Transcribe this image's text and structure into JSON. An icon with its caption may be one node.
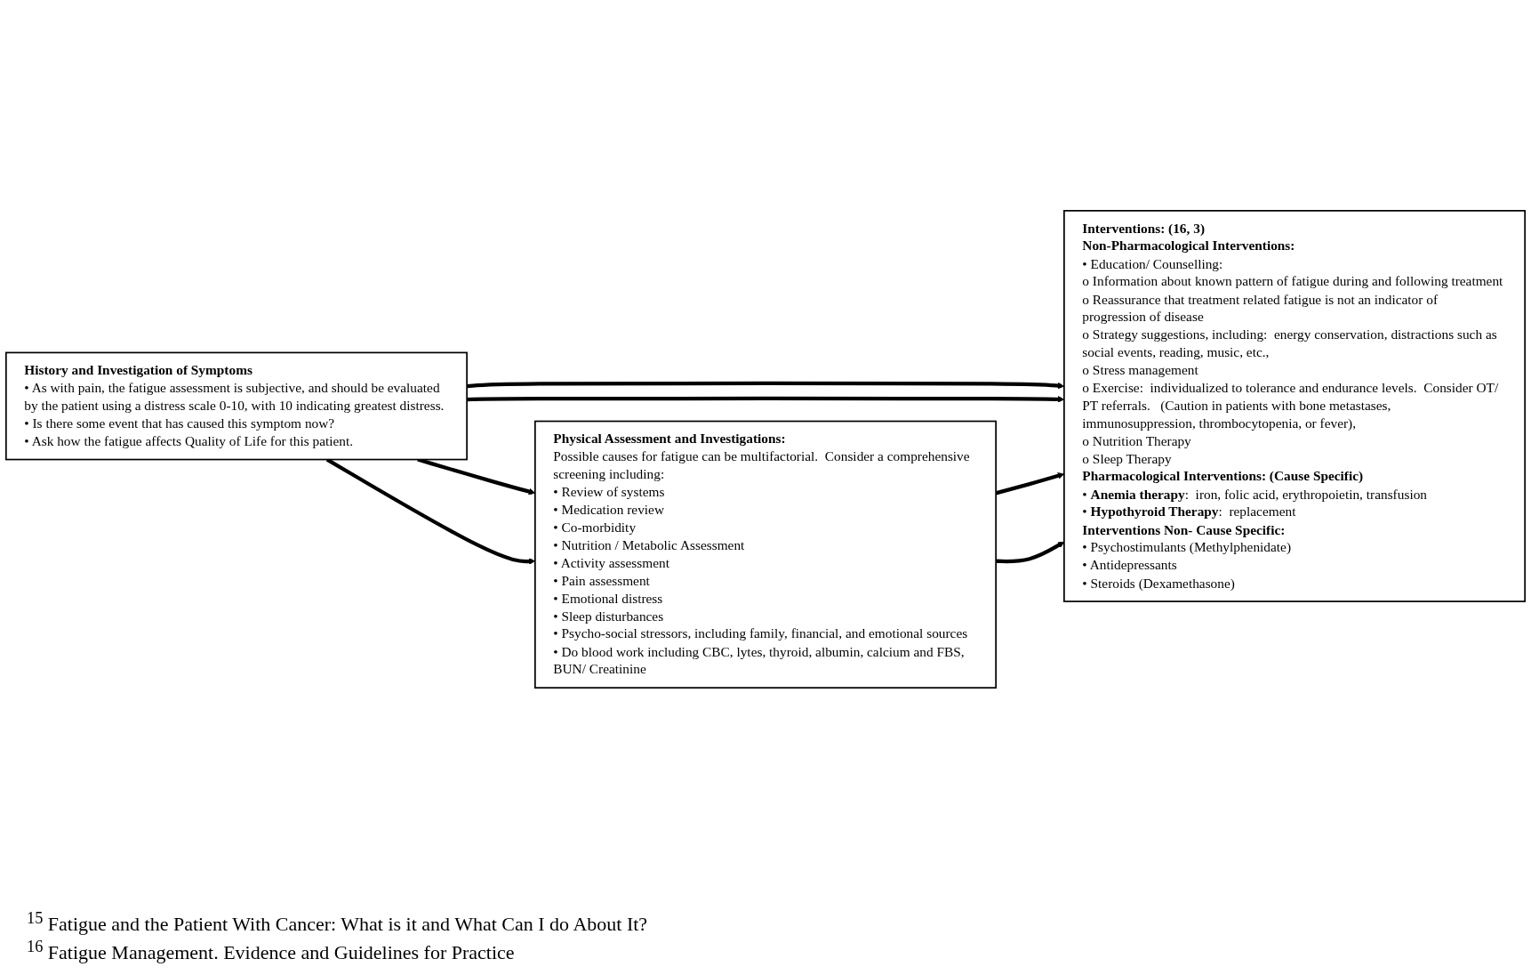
{
  "diagram": {
    "nodes": [
      {
        "text": [
          "History and Investigation of Symptoms",
          "• As with pain, the fatigue assessment is subjective, and should be evaluated by the patient using a distress scale 0-10, with 10 indicating greatest distress.",
          "• Is there some event that has caused this symptom now?",
          "• Ask how the fatigue affects Quality of Life for this patient."
        ]
      },
      {
        "text": [
          "Physical Assessment and Investigations:",
          "Possible causes for fatigue can be multifactorial.  Consider a comprehensive screening including:",
          "• Review of systems",
          "• Medication review",
          "• Co-morbidity",
          "• Nutrition / Metabolic Assessment",
          "• Activity assessment",
          "• Pain assessment",
          "• Emotional distress",
          "• Sleep disturbances",
          "• Psycho-social stressors, including family, financial, and emotional sources",
          "• Do blood work including CBC, lytes, thyroid, albumin, calcium and FBS, BUN/ Creatinine"
        ]
      },
      {
        "text": [
          "Interventions: (16, 3)",
          "Non-Pharmacological Interventions:",
          "• Education/ Counselling:",
          "o Information about known pattern of fatigue during and following treatment",
          "o Reassurance that treatment related fatigue is not an indicator of progression of disease",
          "o Strategy suggestions, including:  energy conservation, distractions such as social events, reading, music, etc.,",
          "o Stress management",
          "o Exercise:  individualized to tolerance and endurance levels.  Consider OT/ PT referrals.   (Caution in patients with bone metastases, immunosuppression, thrombocytopenia, or fever),",
          "o Nutrition Therapy",
          "o Sleep Therapy",
          "Pharmacological Interventions: (Cause Specific)",
          "• **Anemia therapy**:  iron, folic acid, erythropoietin, transfusion",
          "• **Hypothyroid Therapy**:  replacement",
          "Interventions Non- Cause Specific:",
          "• Psychostimulants (Methylphenidate)",
          "• Antidepressants",
          "• Steroids (Dexamethasone)"
        ]
      }
    ],
    "edges": [
      {
        "from": 0,
        "to": 2,
        "arrow": "to"
      },
      {
        "from": 0,
        "to": 2,
        "arrow": "to"
      },
      {
        "from": 0,
        "to": 1,
        "arrow": "to"
      },
      {
        "from": 0,
        "to": 1,
        "arrow": "to"
      },
      {
        "from": 1,
        "to": 2,
        "arrow": "to"
      },
      {
        "from": 1,
        "to": 2,
        "arrow": "to"
      }
    ],
    "labels": [
      "$^{15}$ Fatigue and the Patient With Cancer:  What is it and What Can I do About It?",
      "$^{16}$ Fatigue Management.  Evidence and Guidelines for Practice"
    ]
  }
}
